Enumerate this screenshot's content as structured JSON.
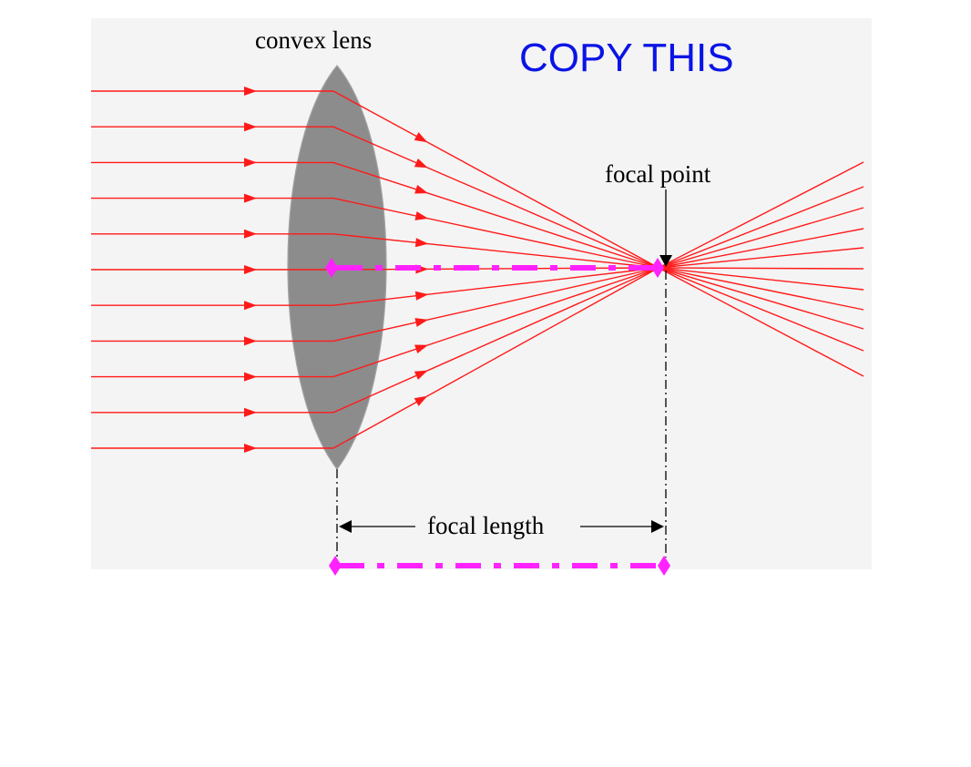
{
  "labels": {
    "lens": "convex lens",
    "focal_point": "focal point",
    "focal_length": "focal length",
    "copy_prompt": "COPY THIS"
  },
  "colors": {
    "rays": "#ff1a1a",
    "lens_fill": "#8c8c8c",
    "axis_overlay": "#ff22ff",
    "copy_text": "#0a14e6",
    "panel": "#f4f4f4"
  },
  "diagram": {
    "incoming_ray_count": 11,
    "outgoing_ray_count": 11
  }
}
